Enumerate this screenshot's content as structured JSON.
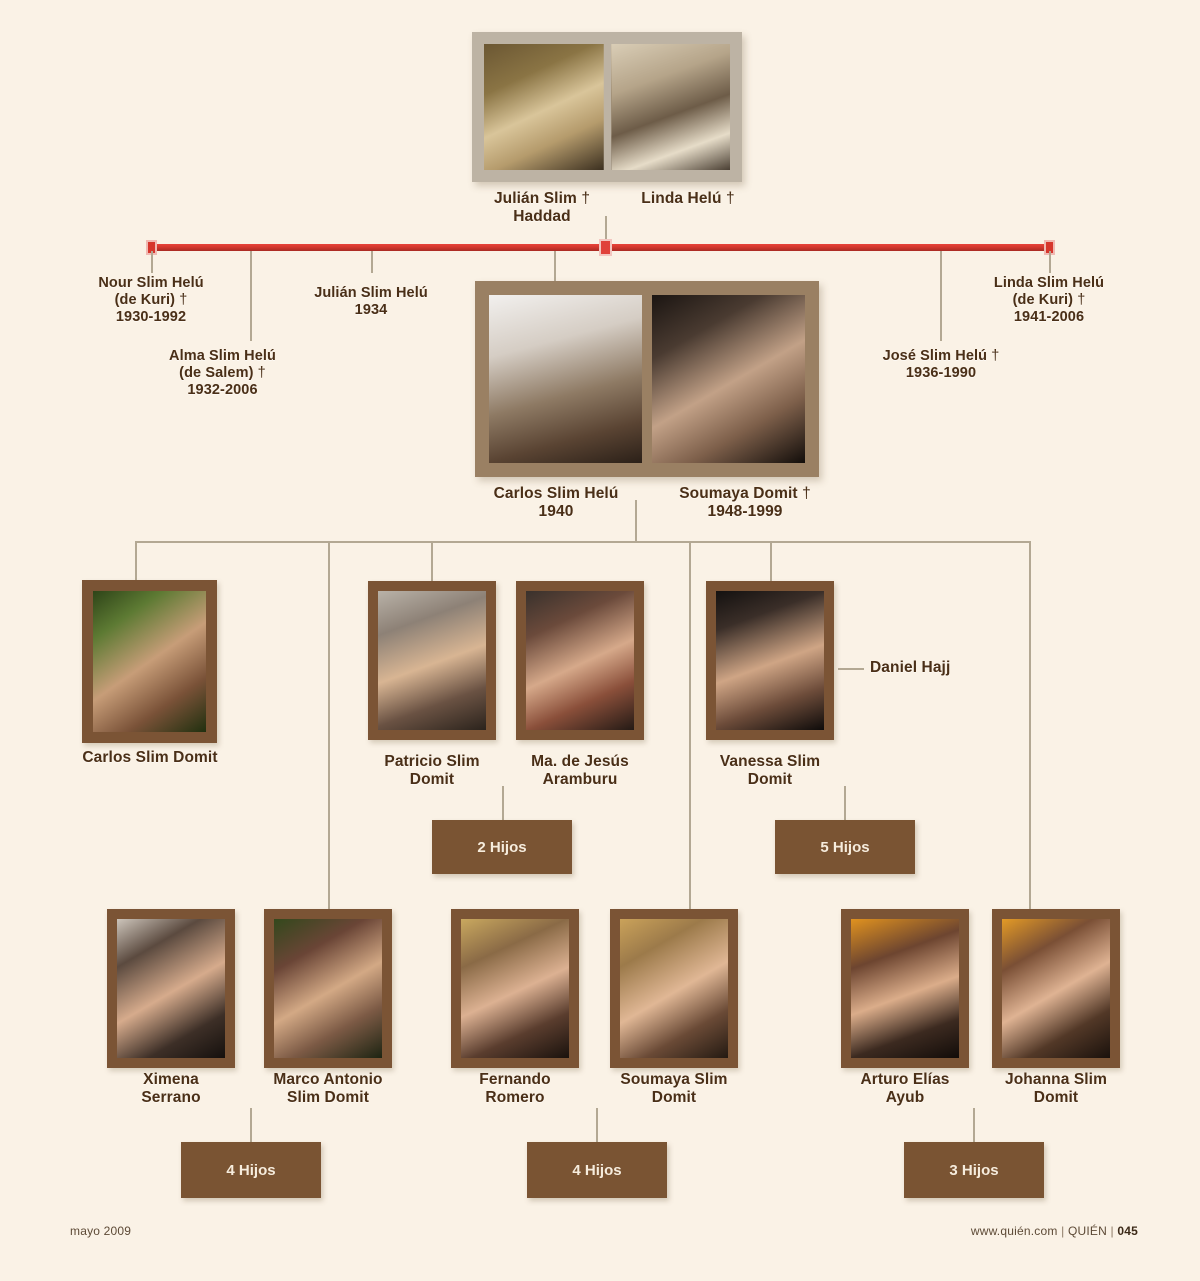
{
  "meta": {
    "background_color": "#faf2e6",
    "accent_red": "#d6362c",
    "frame_brown": "#7b5435",
    "text_brown": "#4a2f17"
  },
  "generation1": {
    "father": {
      "name_line1": "Julián Slim",
      "name_line2": "Haddad",
      "dagger": "†"
    },
    "mother": {
      "name_line1": "Linda Helú",
      "name_line2": "",
      "dagger": "†"
    }
  },
  "timeline_children": [
    {
      "name": "Nour Slim Helú",
      "paren": "(de Kuri)",
      "dagger": "†",
      "years": "1930-1992"
    },
    {
      "name": "Alma Slim Helú",
      "paren": "(de Salem)",
      "dagger": "†",
      "years": "1932-2006"
    },
    {
      "name": "Julián Slim Helú",
      "paren": "",
      "dagger": "",
      "years": "1934"
    },
    {
      "name": "José Slim Helú",
      "paren": "",
      "dagger": "†",
      "years": "1936-1990"
    },
    {
      "name": "Linda Slim Helú",
      "paren": "(de Kuri)",
      "dagger": "†",
      "years": "1941-2006"
    }
  ],
  "generation2": {
    "husband": {
      "name": "Carlos Slim Helú",
      "years": "1940",
      "dagger": ""
    },
    "wife": {
      "name": "Soumaya Domit",
      "years": "1948-1999",
      "dagger": "†"
    }
  },
  "generation3": [
    {
      "id": "carlos-slim-domit",
      "name_line1": "Carlos Slim Domit",
      "name_line2": ""
    },
    {
      "id": "patricio-slim-domit",
      "name_line1": "Patricio Slim",
      "name_line2": "Domit"
    },
    {
      "id": "ma-de-jesus-aramburu",
      "name_line1": "Ma. de Jesús",
      "name_line2": "Aramburu"
    },
    {
      "id": "vanessa-slim-domit",
      "name_line1": "Vanessa Slim",
      "name_line2": "Domit"
    }
  ],
  "spouse_label": {
    "name": "Daniel Hajj"
  },
  "generation4": [
    {
      "id": "ximena-serrano",
      "name_line1": "Ximena",
      "name_line2": "Serrano"
    },
    {
      "id": "marco-antonio-slim-domit",
      "name_line1": "Marco Antonio",
      "name_line2": "Slim Domit"
    },
    {
      "id": "fernando-romero",
      "name_line1": "Fernando",
      "name_line2": "Romero"
    },
    {
      "id": "soumaya-slim-domit",
      "name_line1": "Soumaya Slim",
      "name_line2": "Domit"
    },
    {
      "id": "arturo-elias-ayub",
      "name_line1": "Arturo Elías",
      "name_line2": "Ayub"
    },
    {
      "id": "johanna-slim-domit",
      "name_line1": "Johanna Slim",
      "name_line2": "Domit"
    }
  ],
  "hijos_boxes": [
    {
      "id": "patricio-hijos",
      "label": "2 Hijos"
    },
    {
      "id": "vanessa-hijos",
      "label": "5 Hijos"
    },
    {
      "id": "marco-antonio-hijos",
      "label": "4 Hijos"
    },
    {
      "id": "soumaya-hijos",
      "label": "4 Hijos"
    },
    {
      "id": "johanna-hijos",
      "label": "3 Hijos"
    }
  ],
  "footer": {
    "issue": "mayo 2009",
    "site": "www.quién.com",
    "magazine": "QUIÉN",
    "page": "045",
    "separator": "|"
  }
}
